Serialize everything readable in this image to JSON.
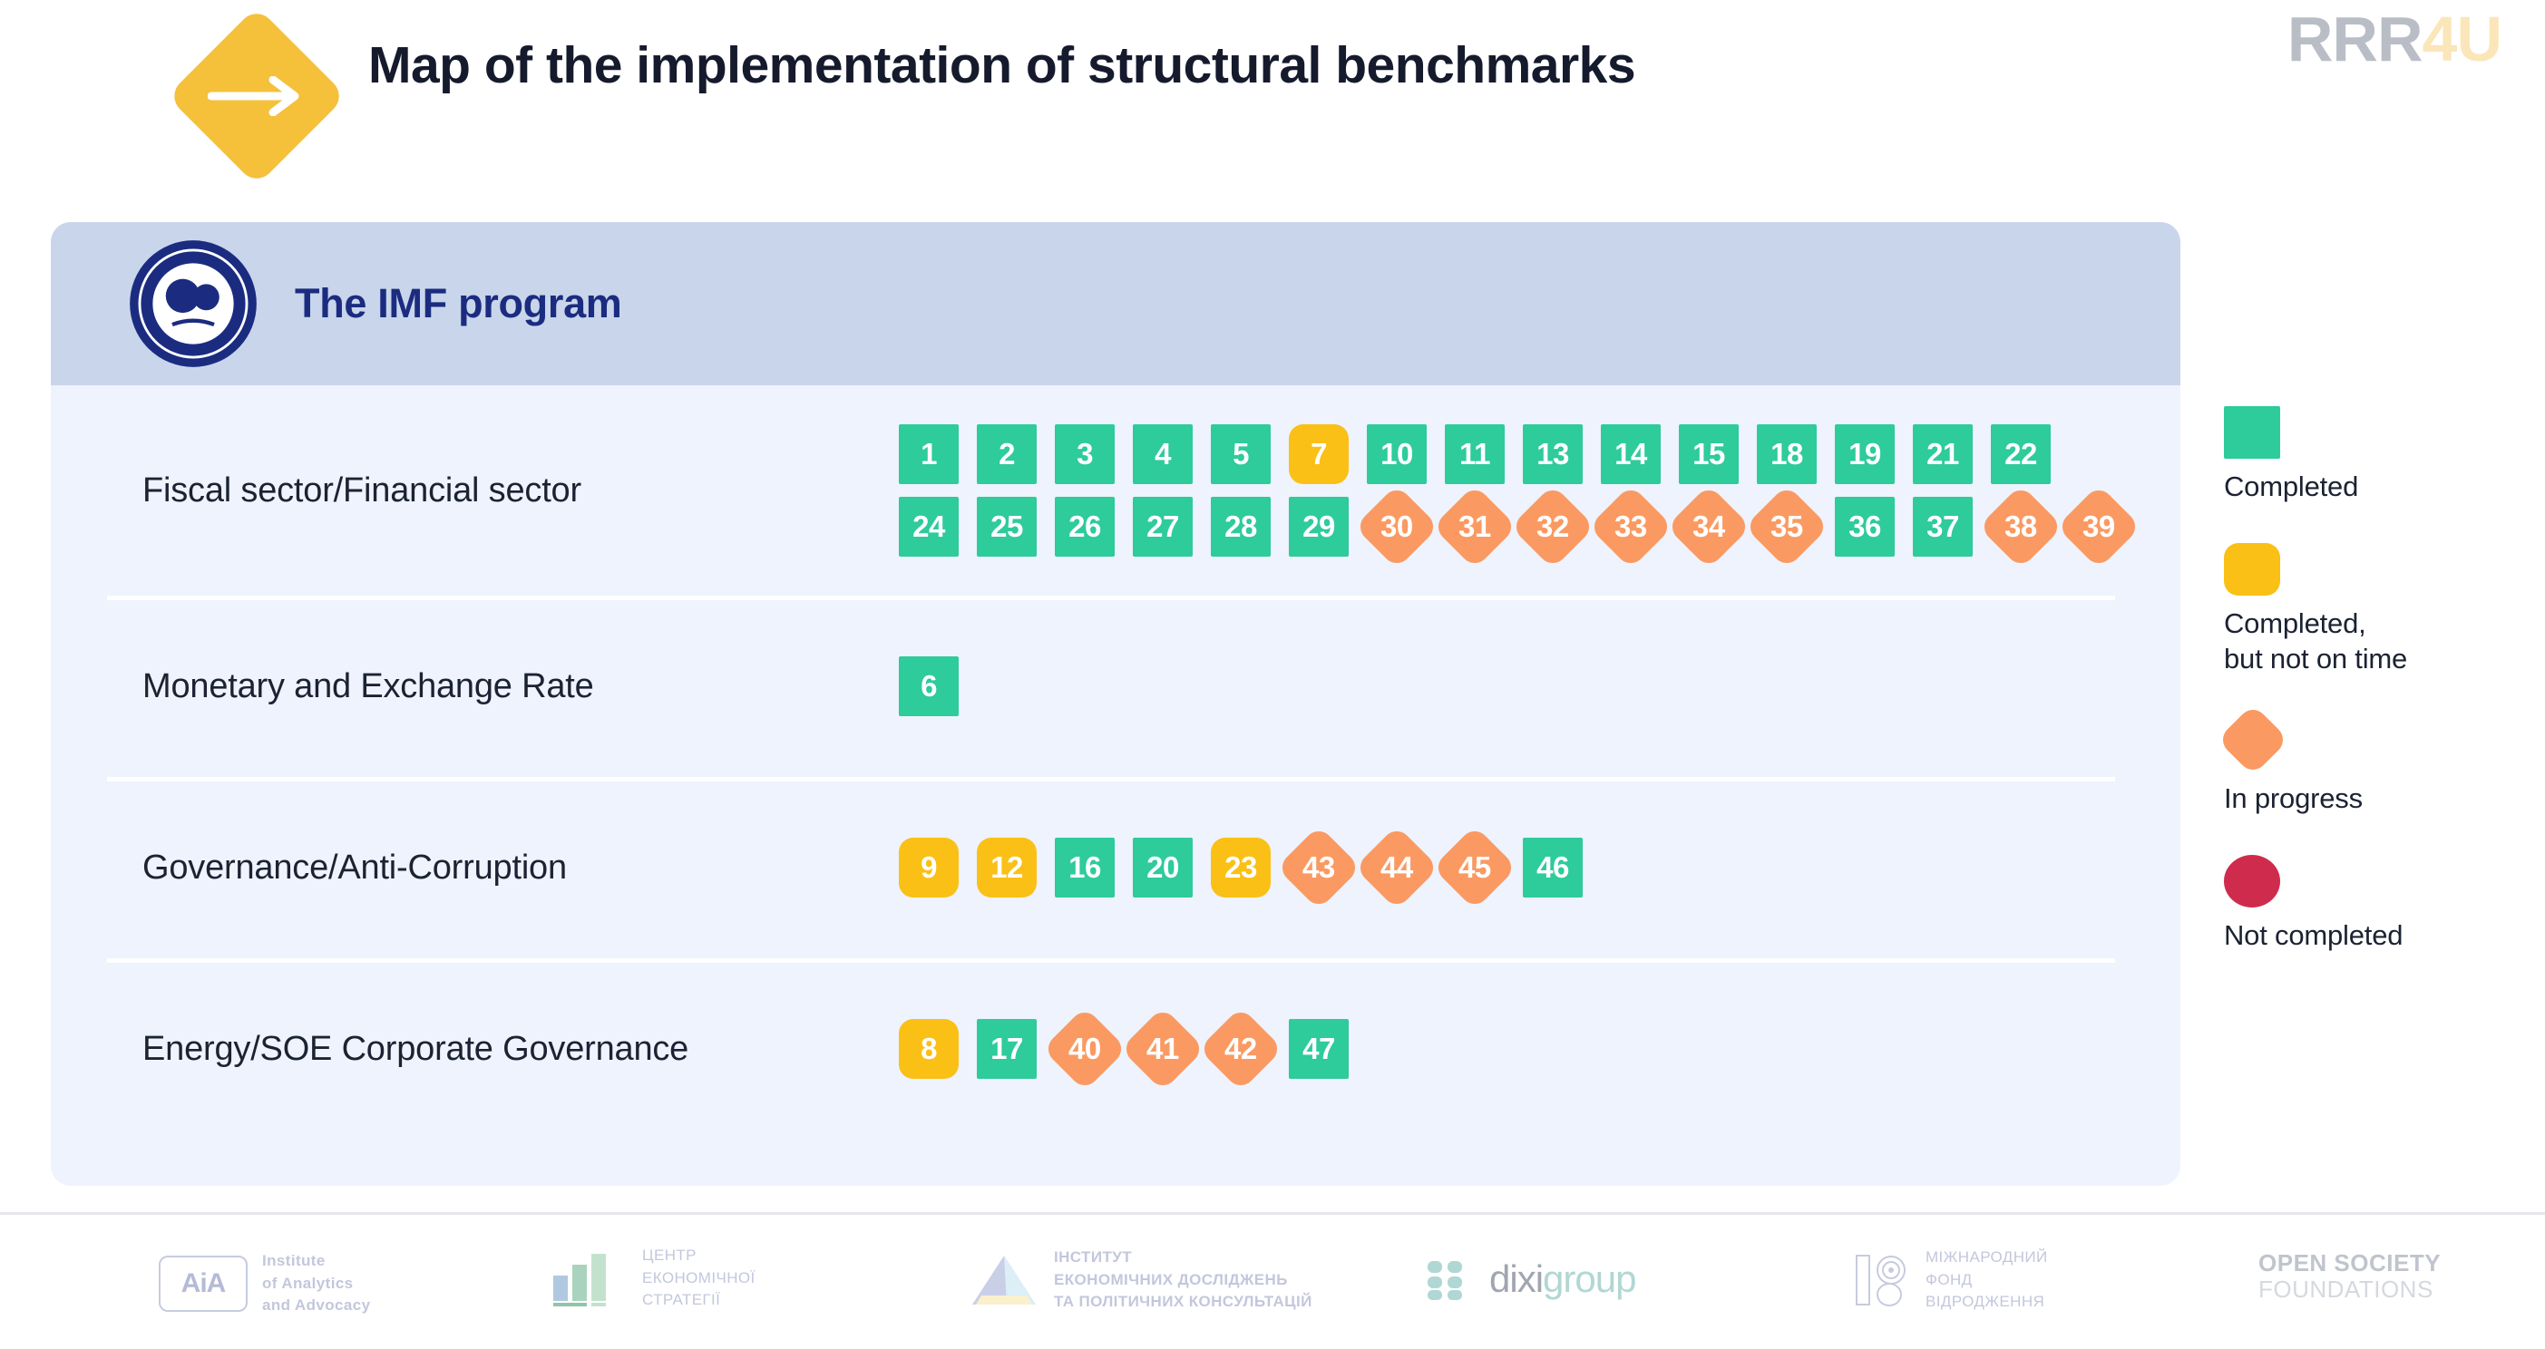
{
  "header": {
    "title": "Map of the implementation of structural benchmarks",
    "arrow_icon": "arrow-right-icon",
    "brand": {
      "gray_part": "RRR",
      "gold_part": "4U"
    }
  },
  "card": {
    "program_title": "The IMF program",
    "seal_icon": "imf-seal-icon"
  },
  "colors": {
    "completed": "#2ECB9B",
    "late": "#FAC016",
    "in_progress": "#FA9A62",
    "not_completed": "#CF2B4D",
    "card_bg": "#EEF3FD",
    "card_head_bg": "#C9D5EB",
    "title_text": "#151B2D",
    "program_title": "#1B2C80",
    "brand_gray": "#B9BEC6",
    "brand_gold": "#FAE6B8"
  },
  "legend": [
    {
      "status": "completed",
      "shape": "square",
      "label": "Completed"
    },
    {
      "status": "late",
      "shape": "rounded-square",
      "label": "Completed,\nbut not on time"
    },
    {
      "status": "in_progress",
      "shape": "diamond",
      "label": "In progress"
    },
    {
      "status": "not_completed",
      "shape": "circle",
      "label": "Not completed"
    }
  ],
  "chart_data": {
    "type": "table",
    "title": "Map of the implementation of structural benchmarks",
    "program": "The IMF program",
    "statuses": [
      "completed",
      "late",
      "in_progress",
      "not_completed"
    ],
    "status_labels": {
      "completed": "Completed",
      "late": "Completed, but not on time",
      "in_progress": "In progress",
      "not_completed": "Not completed"
    },
    "categories": [
      {
        "label": "Fiscal sector/Financial sector",
        "lines": [
          [
            {
              "n": "1",
              "status": "completed"
            },
            {
              "n": "2",
              "status": "completed"
            },
            {
              "n": "3",
              "status": "completed"
            },
            {
              "n": "4",
              "status": "completed"
            },
            {
              "n": "5",
              "status": "completed"
            },
            {
              "n": "7",
              "status": "late"
            },
            {
              "n": "10",
              "status": "completed"
            },
            {
              "n": "11",
              "status": "completed"
            },
            {
              "n": "13",
              "status": "completed"
            },
            {
              "n": "14",
              "status": "completed"
            },
            {
              "n": "15",
              "status": "completed"
            },
            {
              "n": "18",
              "status": "completed"
            },
            {
              "n": "19",
              "status": "completed"
            },
            {
              "n": "21",
              "status": "completed"
            },
            {
              "n": "22",
              "status": "completed"
            }
          ],
          [
            {
              "n": "24",
              "status": "completed"
            },
            {
              "n": "25",
              "status": "completed"
            },
            {
              "n": "26",
              "status": "completed"
            },
            {
              "n": "27",
              "status": "completed"
            },
            {
              "n": "28",
              "status": "completed"
            },
            {
              "n": "29",
              "status": "completed"
            },
            {
              "n": "30",
              "status": "in_progress"
            },
            {
              "n": "31",
              "status": "in_progress"
            },
            {
              "n": "32",
              "status": "in_progress"
            },
            {
              "n": "33",
              "status": "in_progress"
            },
            {
              "n": "34",
              "status": "in_progress"
            },
            {
              "n": "35",
              "status": "in_progress"
            },
            {
              "n": "36",
              "status": "completed"
            },
            {
              "n": "37",
              "status": "completed"
            },
            {
              "n": "38",
              "status": "in_progress"
            },
            {
              "n": "39",
              "status": "in_progress"
            }
          ]
        ]
      },
      {
        "label": "Monetary and Exchange Rate",
        "lines": [
          [
            {
              "n": "6",
              "status": "completed"
            }
          ]
        ]
      },
      {
        "label": "Governance/Anti-Corruption",
        "lines": [
          [
            {
              "n": "9",
              "status": "late"
            },
            {
              "n": "12",
              "status": "late"
            },
            {
              "n": "16",
              "status": "completed"
            },
            {
              "n": "20",
              "status": "completed"
            },
            {
              "n": "23",
              "status": "late"
            },
            {
              "n": "43",
              "status": "in_progress"
            },
            {
              "n": "44",
              "status": "in_progress"
            },
            {
              "n": "45",
              "status": "in_progress"
            },
            {
              "n": "46",
              "status": "completed"
            }
          ]
        ]
      },
      {
        "label": "Energy/SOE Corporate Governance",
        "lines": [
          [
            {
              "n": "8",
              "status": "late"
            },
            {
              "n": "17",
              "status": "completed"
            },
            {
              "n": "40",
              "status": "in_progress"
            },
            {
              "n": "41",
              "status": "in_progress"
            },
            {
              "n": "42",
              "status": "in_progress"
            },
            {
              "n": "47",
              "status": "completed"
            }
          ]
        ]
      }
    ]
  },
  "footer": {
    "logos": [
      {
        "name": "institute-of-analytics-and-advocacy-logo",
        "mark": "AiA",
        "text": "Institute\nof Analytics\nand Advocacy"
      },
      {
        "name": "centre-for-economic-strategy-logo",
        "mark": "bars",
        "text": "ЦЕНТР\nЕКОНОМІЧНОЇ\nСТРАТЕГІЇ"
      },
      {
        "name": "institute-for-economic-research-logo",
        "mark": "triangle",
        "text": "ІНСТИТУТ\nЕКОНОМІЧНИХ ДОСЛІДЖЕНЬ\nТА ПОЛІТИЧНИХ КОНСУЛЬТАЦІЙ"
      },
      {
        "name": "dixigroup-logo",
        "mark": "dixi",
        "text_1": "dixi",
        "text_2": "group"
      },
      {
        "name": "international-renaissance-foundation-logo",
        "mark": "irf",
        "text": "МІЖНАРОДНИЙ\nФОНД\nВІДРОДЖЕННЯ"
      },
      {
        "name": "open-society-foundations-logo",
        "mark": "osf",
        "text_1": "OPEN SOCIETY",
        "text_2": "FOUNDATIONS"
      }
    ]
  }
}
